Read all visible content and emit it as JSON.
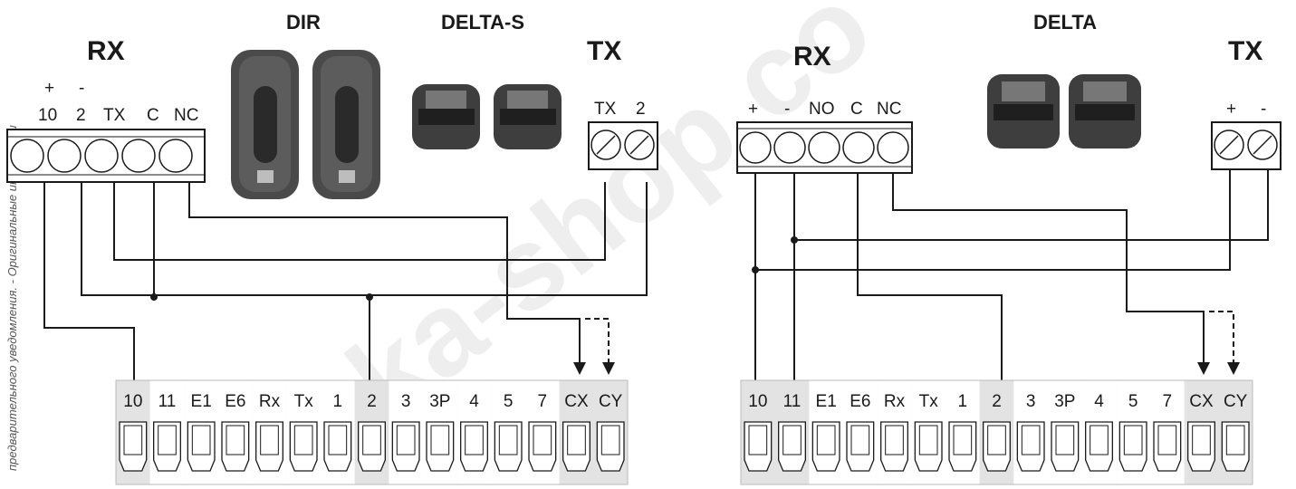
{
  "side_note": "предварительного уведомления. - Оригинальные инструкции",
  "watermark": "ka-shop.co",
  "left": {
    "rx_title": "RX",
    "tx_title": "TX",
    "dir_title": "DIR",
    "delta_s_title": "DELTA-S",
    "rx_polarity": [
      "+",
      "-"
    ],
    "rx_terminals": [
      "10",
      "2",
      "TX",
      "C",
      "NC"
    ],
    "tx_terminals": [
      "TX",
      "2"
    ]
  },
  "right": {
    "rx_title": "RX",
    "tx_title": "TX",
    "delta_title": "DELTA",
    "rx_terminals": [
      "+",
      "-",
      "NO",
      "C",
      "NC"
    ],
    "tx_terminals": [
      "+",
      "-"
    ]
  },
  "terminal_block_labels": [
    "10",
    "11",
    "E1",
    "E6",
    "Rx",
    "Tx",
    "1",
    "2",
    "3",
    "3P",
    "4",
    "5",
    "7",
    "CX",
    "CY"
  ],
  "colors": {
    "line": "#1a1a1a",
    "highlight": "#e3e3e3",
    "device_dark": "#3b3b3b"
  }
}
